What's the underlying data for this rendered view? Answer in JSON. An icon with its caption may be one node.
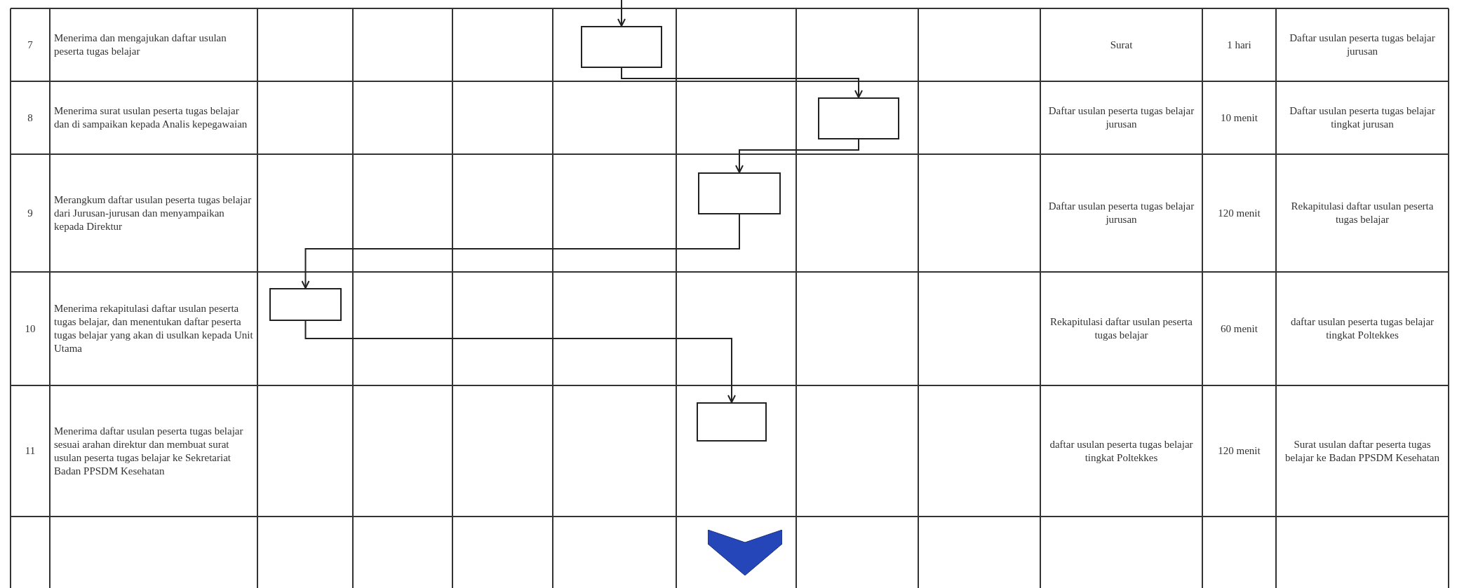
{
  "diagram": {
    "nodes": [
      {
        "text": [],
        "shape": "box"
      },
      {
        "text": [],
        "shape": "box"
      },
      {
        "text": [],
        "shape": "box"
      },
      {
        "text": [],
        "shape": "box"
      },
      {
        "text": [],
        "shape": "box"
      },
      {
        "text": [],
        "shape": "arrow"
      }
    ],
    "edges": [
      {
        "from": null,
        "to": 0,
        "arrow": "to"
      },
      {
        "from": 0,
        "to": 1,
        "arrow": "to"
      },
      {
        "from": 1,
        "to": 2,
        "arrow": "to"
      },
      {
        "from": 2,
        "to": 3,
        "arrow": "to"
      },
      {
        "from": 3,
        "to": 4,
        "arrow": "to"
      }
    ],
    "labels": [
      "7",
      "Menerima dan mengajukan daftar usulan peserta tugas belajar",
      "Surat",
      "1 hari",
      "Daftar usulan peserta tugas belajar jurusan",
      "8",
      "Menerima surat usulan peserta tugas belajar dan di sampaikan kepada Analis kepegawaian",
      "Daftar usulan peserta tugas belajar jurusan",
      "10 menit",
      "Daftar usulan peserta tugas belajar tingkat jurusan",
      "9",
      "Merangkum daftar usulan peserta tugas belajar dari Jurusan-jurusan dan menyampaikan kepada Direktur",
      "Daftar usulan peserta tugas belajar jurusan",
      "120 menit",
      "Rekapitulasi daftar usulan peserta tugas belajar",
      "10",
      "Menerima rekapitulasi daftar usulan peserta tugas belajar, dan menentukan daftar peserta tugas belajar yang akan di usulkan kepada Unit Utama",
      "Rekapitulasi daftar usulan peserta tugas belajar",
      "60 menit",
      "daftar usulan peserta tugas belajar tingkat Poltekkes",
      "11",
      "Menerima daftar usulan peserta tugas belajar sesuai arahan direktur dan membuat surat usulan peserta tugas belajar ke Sekretariat Badan PPSDM Kesehatan",
      "daftar usulan peserta tugas belajar tingkat Poltekkes",
      "120 menit",
      "Surat usulan daftar peserta tugas belajar ke Badan PPSDM Kesehatan"
    ]
  }
}
